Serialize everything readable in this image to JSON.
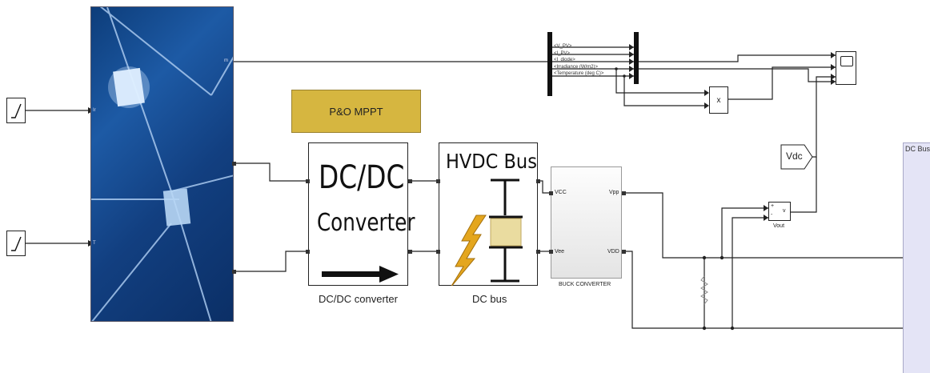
{
  "mppt": {
    "label": "P&O MPPT",
    "color": "#d6b640"
  },
  "dcdc": {
    "title_line1": "DC/DC",
    "title_line2": "Converter",
    "caption": "DC/DC converter"
  },
  "hvdc": {
    "title": "HVDC Bus",
    "caption": "DC bus"
  },
  "buck": {
    "caption": "BUCK CONVERTER",
    "port_vcc": "VCC",
    "port_vee": "Vee",
    "port_vpp": "Vpp",
    "port_vdd": "VDD"
  },
  "pv_ports": {
    "m": "m",
    "ir": "Ir",
    "t": "T"
  },
  "bus_signals": [
    "<V_PV>",
    "<I_PV>",
    "<I_diode>",
    "<Irradiance (W/m2)>",
    "<Temperature (deg C)>"
  ],
  "product": {
    "label": "x"
  },
  "goto_vdc": {
    "label": "Vdc"
  },
  "vout": {
    "label": "Vout",
    "plus": "+",
    "minus": "-",
    "v": "v"
  },
  "dc_bus_panel": {
    "label": "DC Bus"
  }
}
